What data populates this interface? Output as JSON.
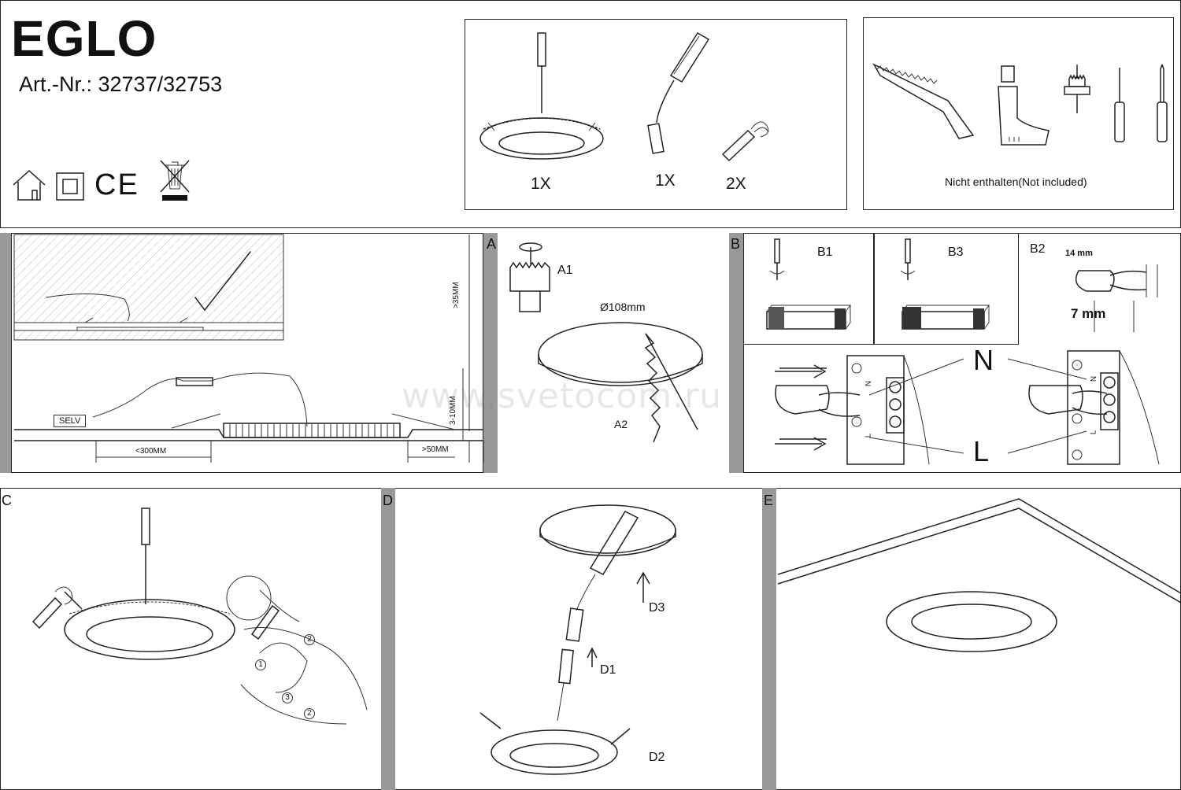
{
  "header": {
    "brand": "EGLO",
    "article": "Art.-Nr.: 32737/32753",
    "icons": [
      "house-icon",
      "class-ii-icon",
      "ce-mark-icon",
      "weee-bin-icon"
    ],
    "ce_text": "CE"
  },
  "contents": {
    "qty_light": "1X",
    "qty_driver": "1X",
    "qty_clip": "2X"
  },
  "tools": {
    "note": "Nicht enthalten(Not included)",
    "items": [
      "saw-icon",
      "hole-saw-drill-icon",
      "hole-saw-bit-icon",
      "flat-screwdriver-icon",
      "phillips-screwdriver-icon"
    ]
  },
  "install": {
    "selv": "SELV",
    "dim_depth": ">35MM",
    "dim_thickness": "3-10MM",
    "dim_cable": "<300MM",
    "dim_edge": ">50MM"
  },
  "panels": {
    "a": {
      "letter": "A",
      "step1": "A1",
      "step2": "A2",
      "diameter": "Ø108mm"
    },
    "b": {
      "letter": "B",
      "step1": "B1",
      "step3": "B3",
      "step2": "B2",
      "strip1": "14 mm",
      "strip2": "7 mm",
      "neutral": "N",
      "live": "L",
      "term_n": "N",
      "term_l": "L"
    },
    "c": {
      "letter": "C",
      "s1": "1",
      "s2a": "2",
      "s2b": "2",
      "s3": "3"
    },
    "d": {
      "letter": "D",
      "d1": "D1",
      "d2": "D2",
      "d3": "D3"
    },
    "e": {
      "letter": "E"
    }
  },
  "watermark": "www.svetocom.ru"
}
